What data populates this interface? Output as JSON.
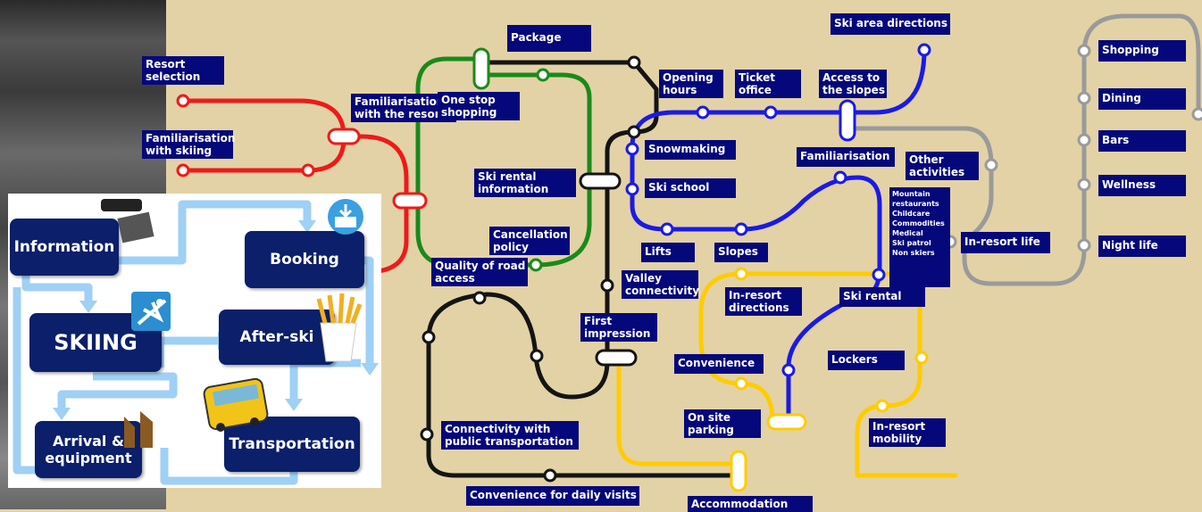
{
  "labels": {
    "resort_selection": "Resort\nselection",
    "familiarisation_skiing": "Familiarisation\nwith skiing",
    "familiarisation_resort": "Familiarisation\nwith the resort",
    "one_stop_shopping": "One stop\nshopping",
    "package": "Package",
    "opening_hours": "Opening\nhours",
    "ticket_office": "Ticket\noffice",
    "access_slopes": "Access to\nthe slopes",
    "ski_area_directions": "Ski area directions",
    "snowmaking": "Snowmaking",
    "ski_school": "Ski school",
    "familiarisation": "Familiarisation",
    "other_activities": "Other\nactivities",
    "ski_rental_info": "Ski rental\ninformation",
    "cancellation_policy": "Cancellation\npolicy",
    "quality_road_access": "Quality of road\naccess",
    "lifts": "Lifts",
    "slopes": "Slopes",
    "valley_connectivity": "Valley\nconnectivity",
    "in_resort_directions": "In-resort\ndirections",
    "ski_rental": "Ski rental",
    "first_impression": "First\nimpression",
    "convenience": "Convenience",
    "lockers": "Lockers",
    "on_site_parking": "On site\nparking",
    "in_resort_mobility": "In-resort\nmobility",
    "connectivity_public": "Connectivity with\npublic transportation",
    "convenience_daily": "Convenience for daily visits",
    "accommodation": "Accommodation",
    "in_resort_life": "In-resort life",
    "shopping": "Shopping",
    "dining": "Dining",
    "bars": "Bars",
    "wellness": "Wellness",
    "night_life": "Night life",
    "life_list": "Mountain\nrestaurants\nChildcare\nCommodities\nMedical\nSki patrol\nNon skiers"
  },
  "inset": {
    "information": "Information",
    "booking": "Booking",
    "skiing": "SKIING",
    "after_ski": "After-ski",
    "arrival": "Arrival &\nequipment",
    "transportation": "Transportation"
  },
  "colors": {
    "red_line": "#ee1a1a",
    "green_line": "#1a8a1a",
    "black_line": "#141414",
    "blue_line": "#1a1ae6",
    "yellow_line": "#ffcc00",
    "gray_line": "#9a9a9a",
    "label_bg": "#05087a",
    "background": "#e3d2a6"
  }
}
